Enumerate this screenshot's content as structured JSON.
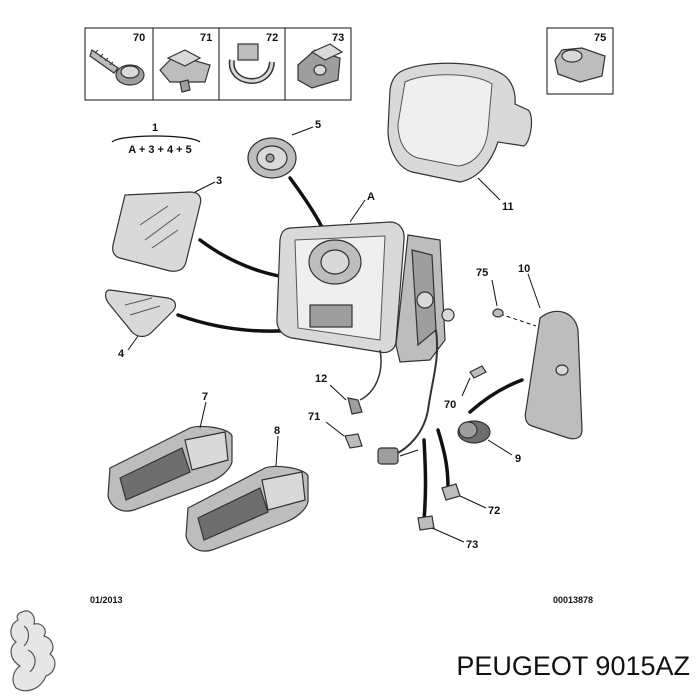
{
  "diagram": {
    "inset_labels": [
      "70",
      "71",
      "72",
      "73",
      "75"
    ],
    "group": {
      "number": "1",
      "formula": "A + 3 + 4 + 5"
    },
    "labels": {
      "assembly": "A",
      "p3": "3",
      "p4": "4",
      "p5": "5",
      "p7": "7",
      "p8": "8",
      "p9": "9",
      "p10": "10",
      "p11": "11",
      "p12": "12",
      "p70": "70",
      "p71": "71",
      "p72": "72",
      "p73": "73",
      "p75": "75"
    },
    "date_code": "01/2013",
    "ref_code": "00013878"
  },
  "footer": {
    "brand_text": "PEUGEOT 9015AZ"
  },
  "colors": {
    "line": "#111111",
    "light_gray": "#d9d9d9",
    "mid_gray": "#9e9e9e",
    "dark_gray": "#6e6e6e"
  }
}
